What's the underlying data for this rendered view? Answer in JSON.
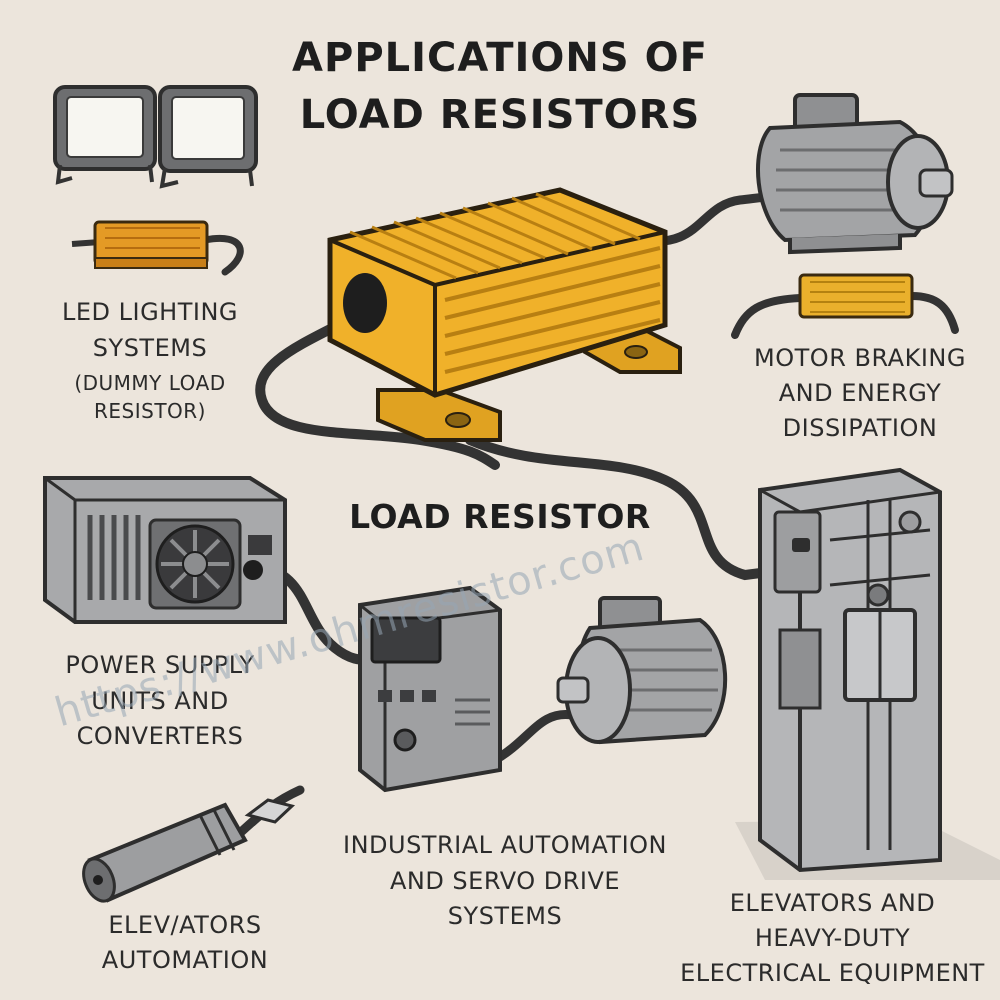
{
  "title_line1": "APPLICATIONS OF",
  "title_line2": "LOAD RESISTORS",
  "center_label": "LOAD RESISTOR",
  "labels": {
    "led_line1": "LED LIGHTING",
    "led_line2": "SYSTEMS",
    "led_line3": "(DUMMY LOAD",
    "led_line4": "RESISTOR)",
    "motor_line1": "MOTOR BRAKING",
    "motor_line2": "AND ENERGY",
    "motor_line3": "DISSIPATION",
    "psu_line1": "POWER SUPPLY",
    "psu_line2": "UNITS AND",
    "psu_line3": "CONVERTERS",
    "ind_line1": "INDUSTRIAL AUTOMATION",
    "ind_line2": "AND SERVO DRIVE",
    "ind_line3": "SYSTEMS",
    "elev_line1": "ELEVATORS AND",
    "elev_line2": "HEAVY-DUTY",
    "elev_line3": "ELECTRICAL EQUIPMENT",
    "auto_line1": "ELEV/ATORS",
    "auto_line2": "AUTOMATION"
  },
  "watermark": "https://www.ohmresistor.com",
  "colors": {
    "background": "#ece5dc",
    "resistor_gold": "#f0b12a",
    "small_resistor": "#e49a25",
    "device_gray": "#a3a4a6",
    "cable": "#333333"
  }
}
